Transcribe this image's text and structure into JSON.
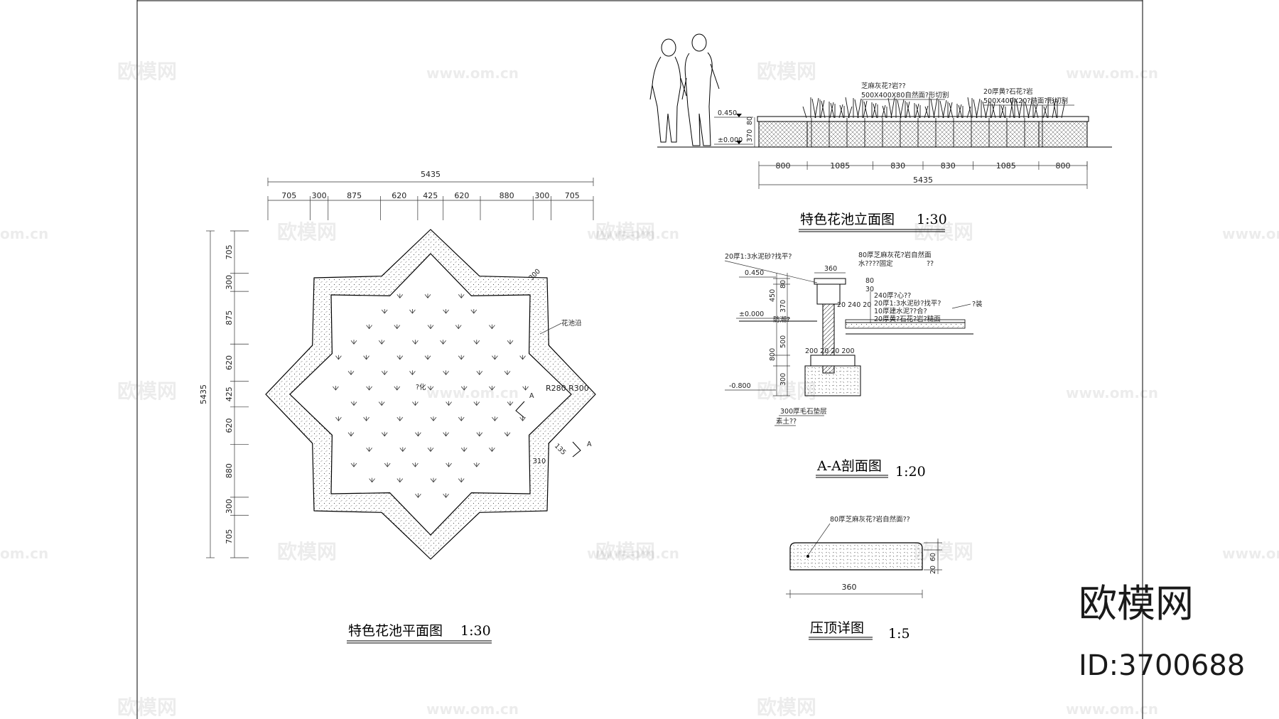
{
  "plan": {
    "overall_dim": "5435",
    "top_dims": [
      "705",
      "300",
      "875",
      "620",
      "425",
      "620",
      "880",
      "300",
      "705"
    ],
    "left_overall": "5435",
    "left_dims": [
      "705",
      "300",
      "875",
      "620",
      "425",
      "620",
      "880",
      "300",
      "705"
    ],
    "label_edge": "花池沿",
    "label_plant": "?化",
    "radius_label": "R280  R300",
    "section_mark": "A",
    "dim_310": "310",
    "dim_135": "135",
    "dim_300_corner": "300",
    "title": "特色花池平面图",
    "scale": "1:30"
  },
  "elevation": {
    "note_left_1": "芝麻灰花?岩??",
    "note_left_2": "500X400X80自然面?形切割",
    "note_right_1": "20厚黄?石花?岩",
    "note_right_2": "500X400X20?糙面?形切割",
    "level_top": "0.450",
    "level_zero": "±0.000",
    "dim_370": "370",
    "dim_80": "80",
    "bottom_dims": [
      "800",
      "1085",
      "830",
      "830",
      "1085",
      "800"
    ],
    "bottom_total": "5435",
    "title": "特色花池立面图",
    "scale": "1:30"
  },
  "section": {
    "note_top_left": "20厚1:3水泥砂?找平?",
    "note_top_right_1": "80厚芝麻灰花?岩自然面",
    "note_top_right_2": "水????固定",
    "note_top_right_3": "??",
    "dim_360": "360",
    "dim_80": "80",
    "dim_30": "30",
    "level_450": "0.450",
    "level_zero": "±0.000",
    "level_minus": "-0.800",
    "left_dims": [
      "450",
      "80",
      "370",
      "800",
      "500",
      "300"
    ],
    "dim_20_240_20": "20 240 20",
    "dim_footing": "200 20 20 200",
    "layer_notes": [
      "240厚?心??",
      "20厚1:3水泥砂?找平?",
      "10厚建水泥??合?",
      "20厚黄?石花?岩?糙面"
    ],
    "label_earth": "?装",
    "label_waterproof": "防潮?",
    "label_rubble": "300厚毛石垫层",
    "label_soil": "素土??",
    "title": "A-A剖面图",
    "scale": "1:20"
  },
  "coping": {
    "note": "80厚芝麻灰花?岩自然面??",
    "dim_20": "20",
    "dim_60": "60",
    "dim_360": "360",
    "title": "压顶详图",
    "scale": "1:5"
  },
  "watermarks": {
    "logo_text": "欧模网",
    "url": "www.om.cn",
    "url_cut": "om.cn"
  },
  "brand": {
    "name": "欧模网",
    "id": "ID:3700688"
  }
}
